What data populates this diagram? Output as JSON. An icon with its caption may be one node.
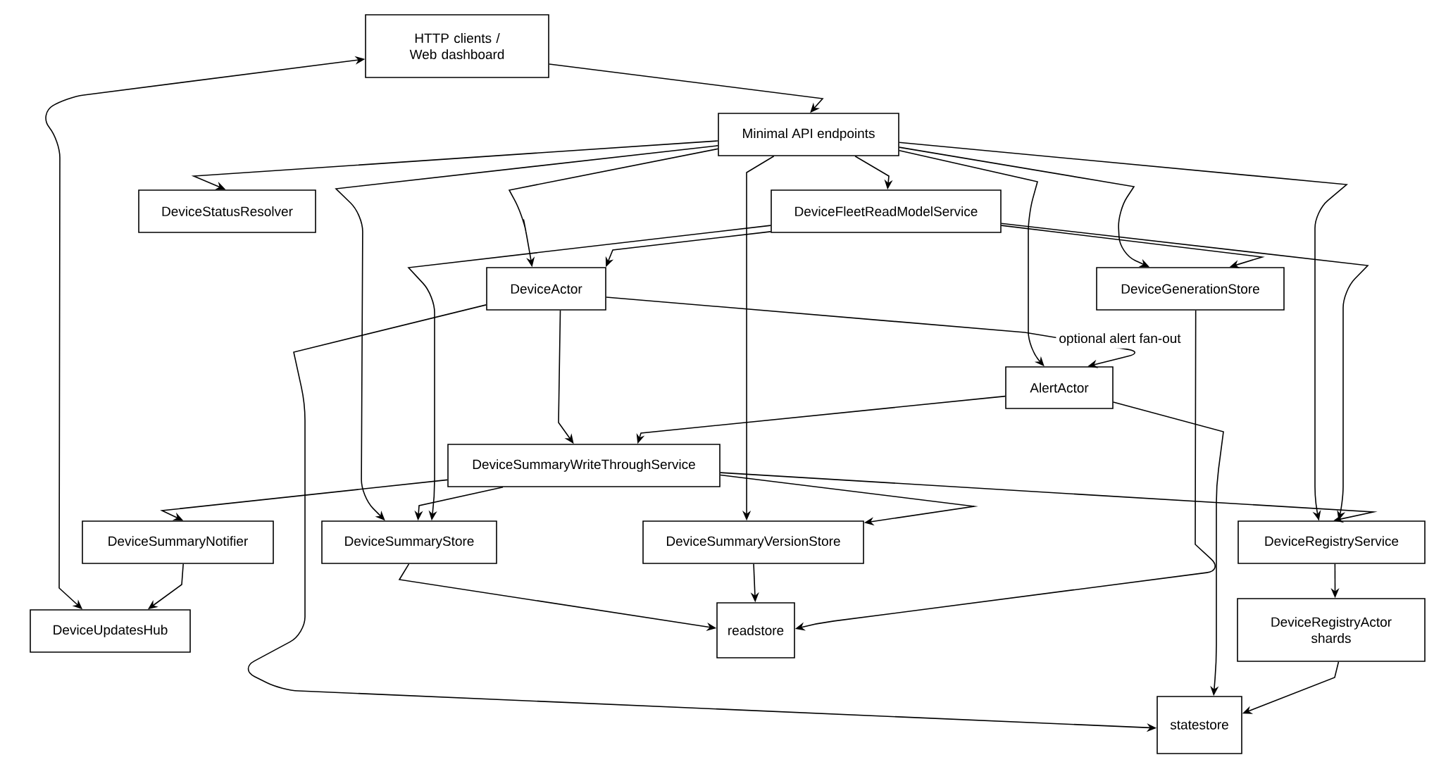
{
  "diagram": {
    "nodes": [
      {
        "text": [
          "HTTP clients / Web dashboard"
        ]
      },
      {
        "text": [
          "Minimal API endpoints"
        ]
      },
      {
        "text": [
          "DeviceStatusResolver"
        ]
      },
      {
        "text": [
          "DeviceFleetReadModelService"
        ]
      },
      {
        "text": [
          "DeviceActor"
        ]
      },
      {
        "text": [
          "DeviceGenerationStore"
        ]
      },
      {
        "text": [
          "AlertActor"
        ]
      },
      {
        "text": [
          "DeviceSummaryWriteThroughService"
        ]
      },
      {
        "text": [
          "DeviceSummaryNotifier"
        ]
      },
      {
        "text": [
          "DeviceSummaryStore"
        ]
      },
      {
        "text": [
          "DeviceSummaryVersionStore"
        ]
      },
      {
        "text": [
          "DeviceRegistryService"
        ]
      },
      {
        "text": [
          "DeviceUpdatesHub"
        ]
      },
      {
        "text": [
          "readstore"
        ]
      },
      {
        "text": [
          "DeviceRegistryActor shards"
        ]
      },
      {
        "text": [
          "statestore"
        ]
      }
    ],
    "edges": [
      {
        "from": 0,
        "to": 1,
        "arrow": "to"
      },
      {
        "from": 12,
        "to": 0,
        "arrow": "both"
      },
      {
        "from": 1,
        "to": 2,
        "arrow": "to"
      },
      {
        "from": 1,
        "to": 9,
        "arrow": "to"
      },
      {
        "from": 1,
        "to": 4,
        "arrow": "to"
      },
      {
        "from": 1,
        "to": 3,
        "arrow": "to"
      },
      {
        "from": 1,
        "to": 10,
        "arrow": "to"
      },
      {
        "from": 1,
        "to": 6,
        "arrow": "to"
      },
      {
        "from": 1,
        "to": 5,
        "arrow": "to"
      },
      {
        "from": 1,
        "to": 11,
        "arrow": "to"
      },
      {
        "from": 3,
        "to": 4,
        "arrow": "to"
      },
      {
        "from": 3,
        "to": 9,
        "arrow": "to"
      },
      {
        "from": 3,
        "to": 5,
        "arrow": "to"
      },
      {
        "from": 3,
        "to": 11,
        "arrow": "to"
      },
      {
        "from": 4,
        "to": 7,
        "arrow": "to"
      },
      {
        "from": 4,
        "to": 15,
        "arrow": "to"
      },
      {
        "from": 4,
        "to": 6,
        "arrow": "to",
        "label": "optional alert fan-out"
      },
      {
        "from": 6,
        "to": 7,
        "arrow": "to"
      },
      {
        "from": 5,
        "to": 13,
        "arrow": "to"
      },
      {
        "from": 6,
        "to": 15,
        "arrow": "to"
      },
      {
        "from": 7,
        "to": 8,
        "arrow": "to"
      },
      {
        "from": 7,
        "to": 9,
        "arrow": "to"
      },
      {
        "from": 7,
        "to": 10,
        "arrow": "to"
      },
      {
        "from": 7,
        "to": 11,
        "arrow": "to"
      },
      {
        "from": 8,
        "to": 12,
        "arrow": "to"
      },
      {
        "from": 9,
        "to": 13,
        "arrow": "to"
      },
      {
        "from": 10,
        "to": 13,
        "arrow": "to"
      },
      {
        "from": 11,
        "to": 14,
        "arrow": "to"
      },
      {
        "from": 14,
        "to": 15,
        "arrow": "to"
      }
    ]
  }
}
